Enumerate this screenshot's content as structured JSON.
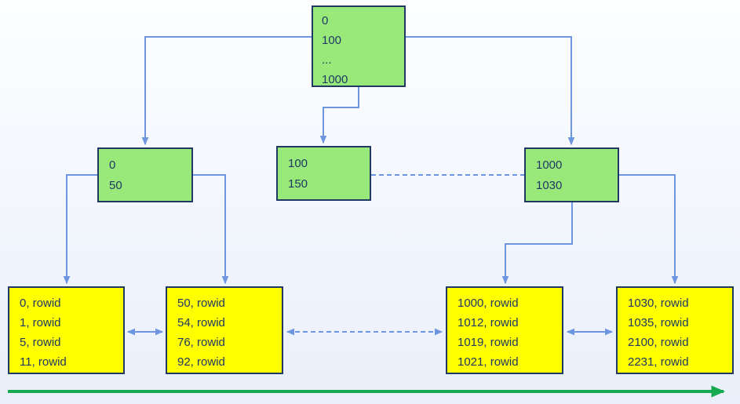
{
  "colors": {
    "node-green": "#99e87a",
    "node-yellow": "#ffff00",
    "node-border": "#1f3864",
    "text": "#1f3864",
    "connector-blue": "#6e96e0",
    "scan-arrow-green": "#17a94f",
    "bg-top": "#fdfeff",
    "bg-bottom": "#e9effa"
  },
  "nodes": {
    "root": {
      "lines": [
        "0",
        "100",
        "...",
        "1000"
      ]
    },
    "internal_left": {
      "lines": [
        "0",
        "50"
      ]
    },
    "internal_middle": {
      "lines": [
        "100",
        "150"
      ]
    },
    "internal_right": {
      "lines": [
        "1000",
        "1030"
      ]
    },
    "leaf_1": {
      "lines": [
        "0, rowid",
        "1, rowid",
        "5, rowid",
        "11, rowid"
      ]
    },
    "leaf_2": {
      "lines": [
        "50, rowid",
        "54, rowid",
        "76, rowid",
        "92, rowid"
      ]
    },
    "leaf_3": {
      "lines": [
        "1000, rowid",
        "1012, rowid",
        "1019, rowid",
        "1021, rowid"
      ]
    },
    "leaf_4": {
      "lines": [
        "1030, rowid",
        "1035, rowid",
        "2100, rowid",
        "2231, rowid"
      ]
    }
  }
}
